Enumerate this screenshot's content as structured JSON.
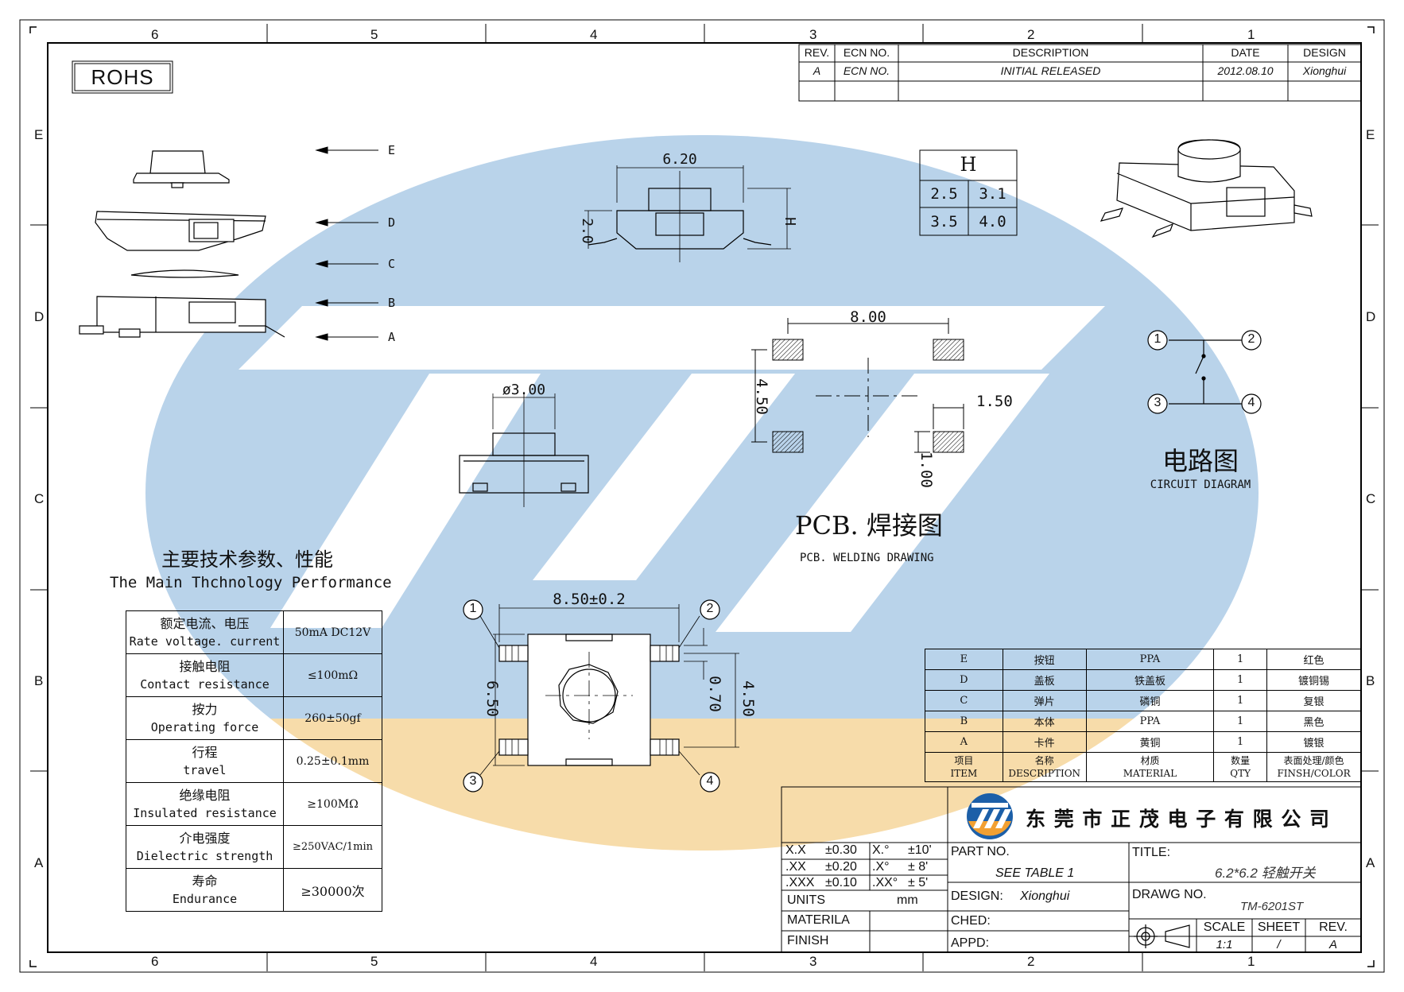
{
  "frame": {
    "columns_top": [
      "6",
      "5",
      "4",
      "3",
      "2",
      "1"
    ],
    "columns_bottom": [
      "6",
      "5",
      "4",
      "3",
      "2",
      "1"
    ],
    "rows": [
      "E",
      "D",
      "C",
      "B",
      "A"
    ]
  },
  "rohs": "ROHS",
  "revision_block": {
    "headers": [
      "REV.",
      "ECN NO.",
      "DESCRIPTION",
      "DATE",
      "DESIGN"
    ],
    "row": [
      "A",
      "ECN NO.",
      "INITIAL RELEASED",
      "2012.08.10",
      "Xionghui"
    ]
  },
  "exploded_view": {
    "labels": [
      "E",
      "D",
      "C",
      "B",
      "A"
    ]
  },
  "side_view": {
    "width": "6.20",
    "height_label": "H",
    "base": "2.0"
  },
  "h_table": {
    "header": "H",
    "values": [
      [
        "2.5",
        "3.1"
      ],
      [
        "3.5",
        "4.0"
      ]
    ]
  },
  "front_view": {
    "diameter": "ø3.00"
  },
  "pcb": {
    "pitch_x": "8.00",
    "pitch_y": "4.50",
    "pad_w": "1.50",
    "pad_h": "1.00",
    "title_cn": "PCB. 焊接图",
    "title_en": "PCB. WELDING DRAWING"
  },
  "circuit": {
    "nodes": [
      "1",
      "2",
      "3",
      "4"
    ],
    "title_cn": "电路图",
    "title_en": "CIRCUIT DIAGRAM"
  },
  "top_view": {
    "width": "8.50±0.2",
    "height": "6.50",
    "lead_pitch": "4.50",
    "lead_w": "0.70",
    "callouts": [
      "1",
      "2",
      "3",
      "4"
    ]
  },
  "spec": {
    "title_cn": "主要技术参数、性能",
    "title_en": "The Main Thchnology Performance",
    "rows": [
      {
        "cn": "额定电流、电压",
        "en": "Rate voltage. current",
        "value": "50mA DC12V"
      },
      {
        "cn": "接触电阻",
        "en": "Contact resistance",
        "value": "≤100mΩ"
      },
      {
        "cn": "按力",
        "en": "Operating force",
        "value": "260±50gf"
      },
      {
        "cn": "行程",
        "en": "travel",
        "value": "0.25±0.1mm"
      },
      {
        "cn": "绝缘电阻",
        "en": "Insulated resistance",
        "value": "≥100MΩ"
      },
      {
        "cn": "介电强度",
        "en": "Dielectric strength",
        "value": "≥250VAC/1min"
      },
      {
        "cn": "寿命",
        "en": "Endurance",
        "value": "≥30000次"
      }
    ]
  },
  "bom": {
    "rows": [
      [
        "E",
        "按钮",
        "PPA",
        "1",
        "红色"
      ],
      [
        "D",
        "盖板",
        "铁盖板",
        "1",
        "镀铜锡"
      ],
      [
        "C",
        "弹片",
        "磷铜",
        "1",
        "复银"
      ],
      [
        "B",
        "本体",
        "PPA",
        "1",
        "黑色"
      ],
      [
        "A",
        "卡件",
        "黄铜",
        "1",
        "镀银"
      ]
    ],
    "head_cn": [
      "项目",
      "名称",
      "材质",
      "数量",
      "表面处理/颜色"
    ],
    "head_en": [
      "ITEM",
      "DESCRIPTION",
      "MATERIAL",
      "QTY",
      "FINSH/COLOR"
    ]
  },
  "title_block": {
    "company": "东 莞 市 正 茂 电 子 有 限 公 司",
    "tolerances": [
      [
        "X.X",
        "±0.30",
        "X.°",
        "±10'"
      ],
      [
        ".XX",
        "±0.20",
        ".X°",
        "± 8'"
      ],
      [
        ".XXX",
        "±0.10",
        ".XX°",
        "± 5'"
      ]
    ],
    "units_label": "UNITS",
    "units_value": "mm",
    "materila_label": "MATERILA",
    "finish_label": "FINISH",
    "part_no_label": "PART NO.",
    "part_no_value": "SEE TABLE 1",
    "design_label": "DESIGN:",
    "design_value": "Xionghui",
    "ched_label": "CHED:",
    "appd_label": "APPD:",
    "title_label": "TITLE:",
    "title_value": "6.2*6.2 轻触开关",
    "drawg_label": "DRAWG NO.",
    "drawg_value": "TM-6201ST",
    "scale_label": "SCALE",
    "scale_value": "1:1",
    "sheet_label": "SHEET",
    "sheet_value": "/",
    "rev_label": "REV.",
    "rev_value": "A"
  },
  "colors": {
    "watermark_blue": "#b9d3ea",
    "watermark_orange": "#f7dcaa",
    "logo_blue": "#1c5fa8",
    "logo_orange": "#f2a032"
  }
}
